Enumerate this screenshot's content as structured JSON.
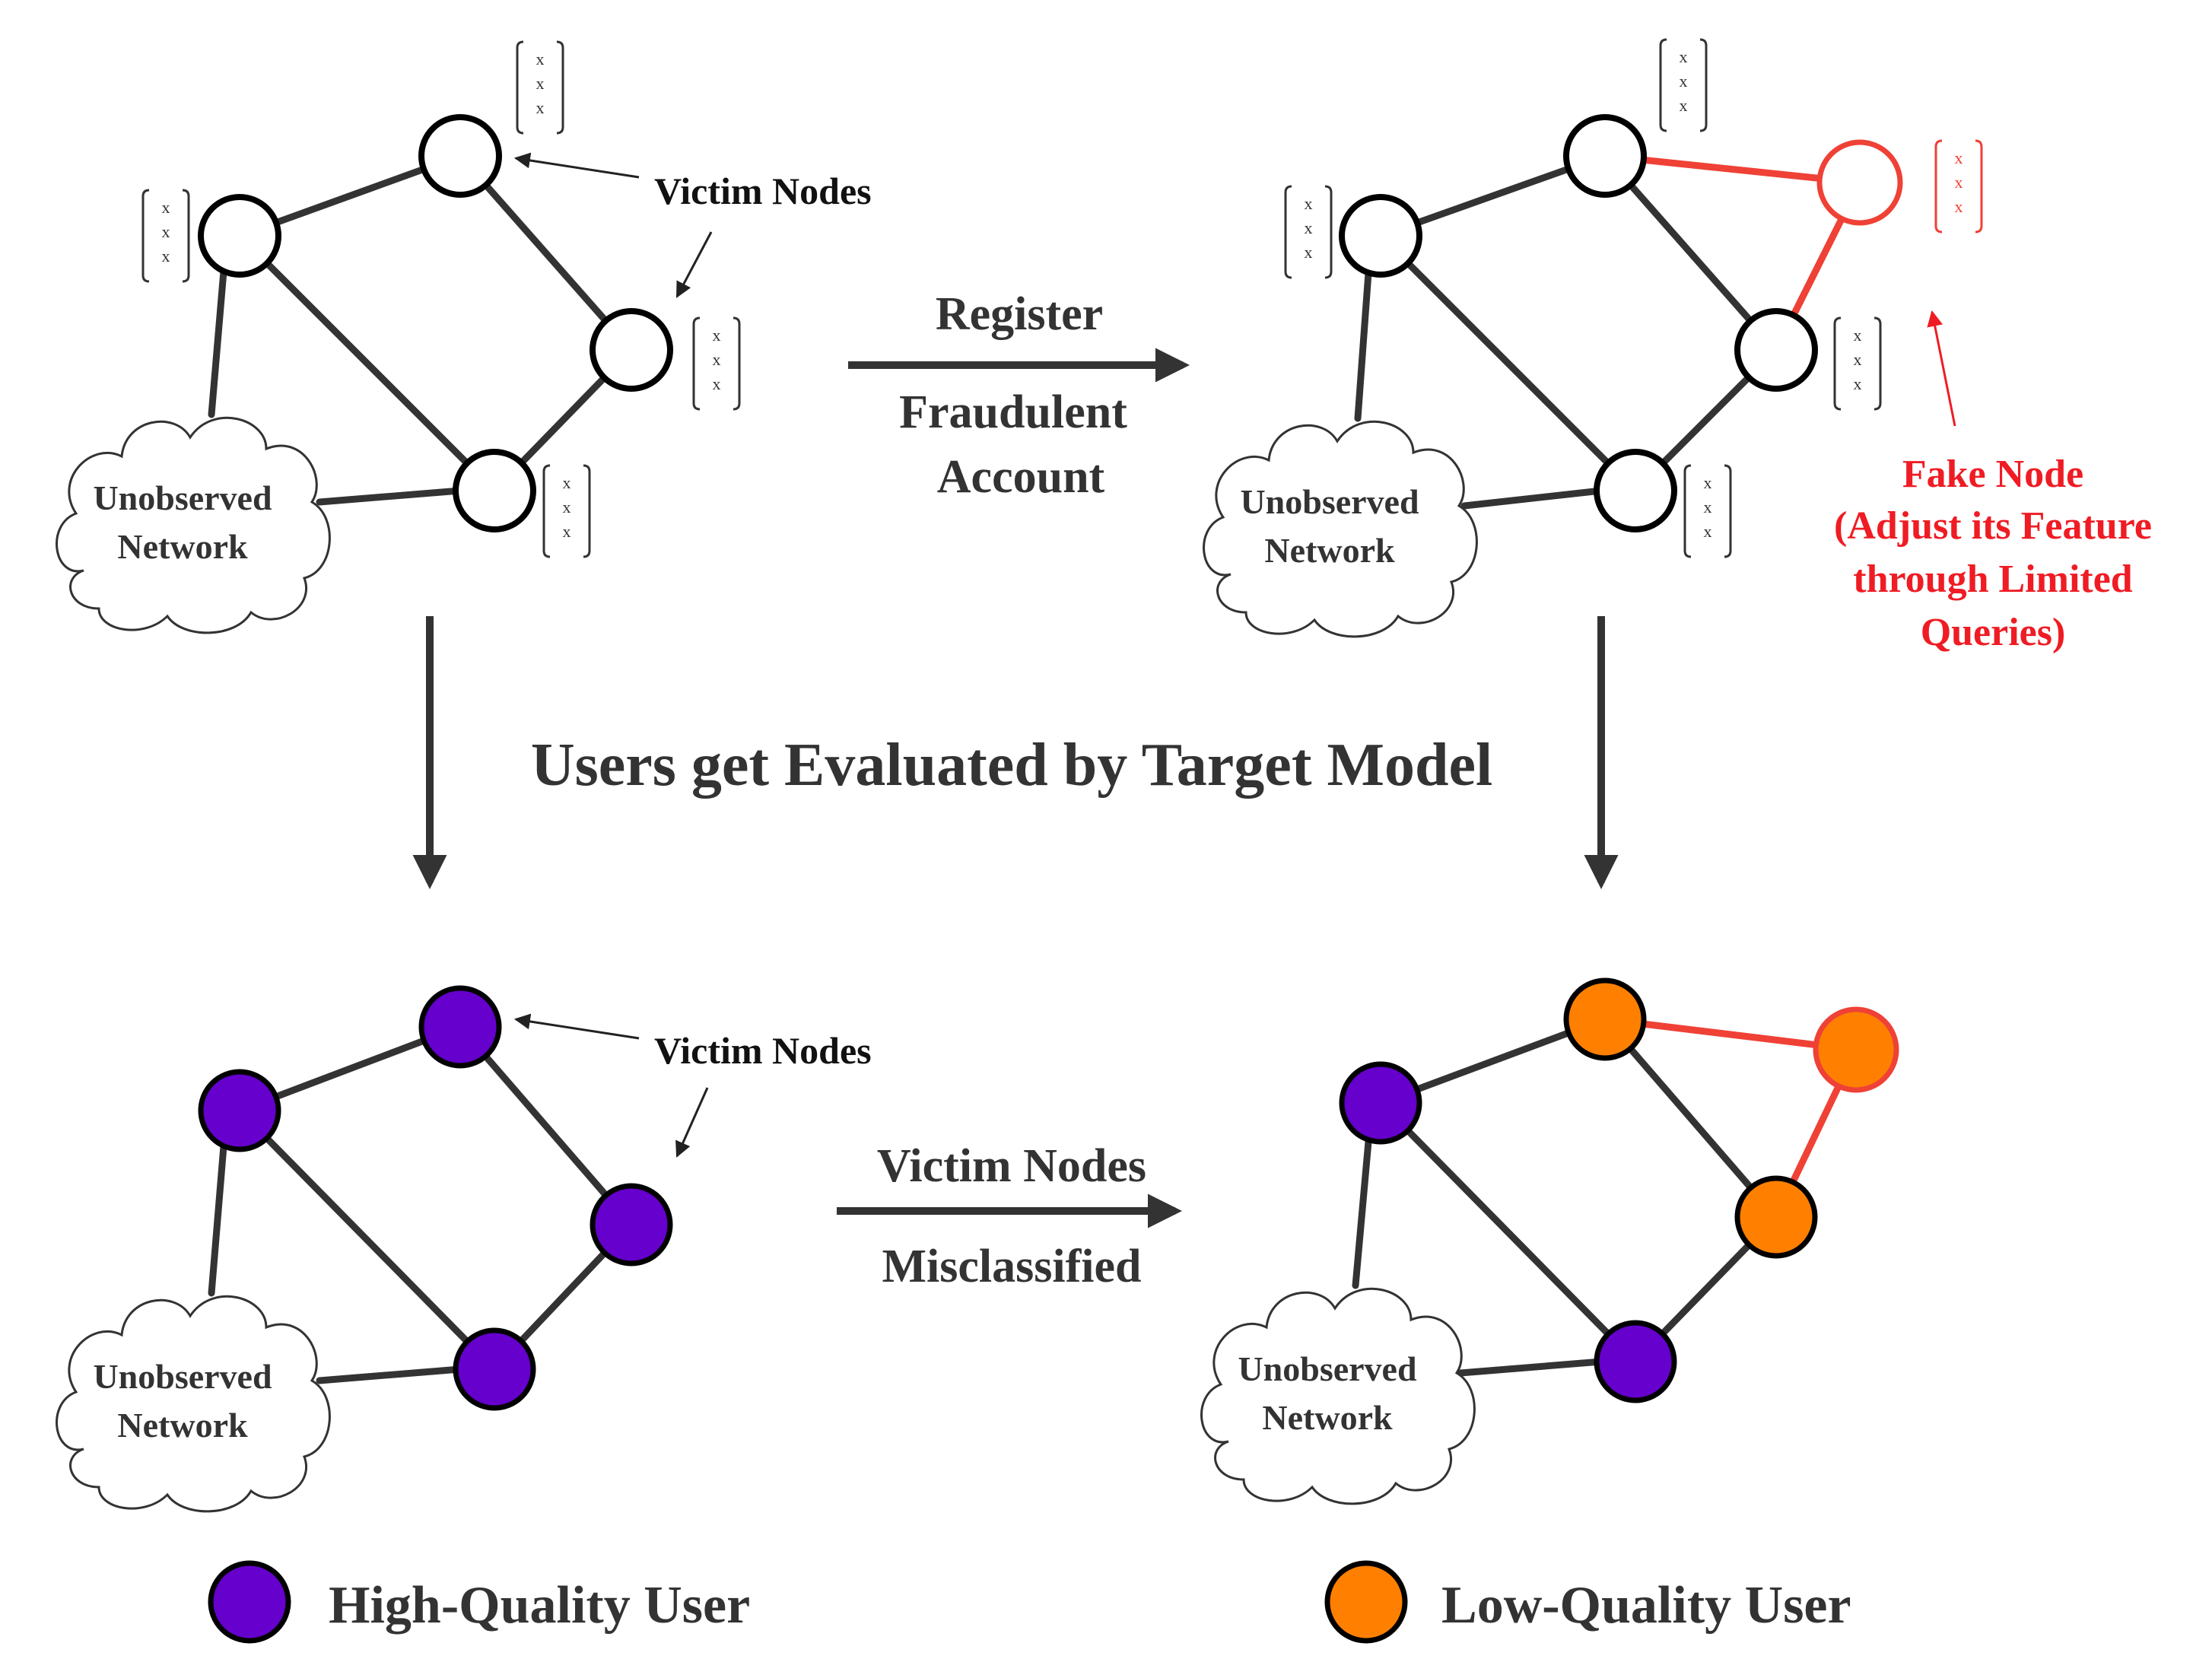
{
  "labels": {
    "victim_nodes": "Victim Nodes",
    "unobserved_line1": "Unobserved",
    "unobserved_line2": "Network",
    "register_line1": "Register",
    "register_line2": "Fraudulent",
    "register_line3": "Account",
    "fake_line1": "Fake Node",
    "fake_line2": "(Adjust its Feature",
    "fake_line3": "through Limited",
    "fake_line4": "Queries)",
    "evaluated": "Users get Evaluated by Target Model",
    "misclassified_line1": "Victim Nodes",
    "misclassified_line2": "Misclassified",
    "feature_symbol": "x"
  },
  "legend": {
    "high_quality": "High-Quality User",
    "low_quality": "Low-Quality User"
  },
  "colors": {
    "high_quality": "#6600cc",
    "low_quality": "#ff8000",
    "fake_edge": "#ef4136",
    "fake_text": "#ef1c24",
    "edge": "#333333"
  }
}
